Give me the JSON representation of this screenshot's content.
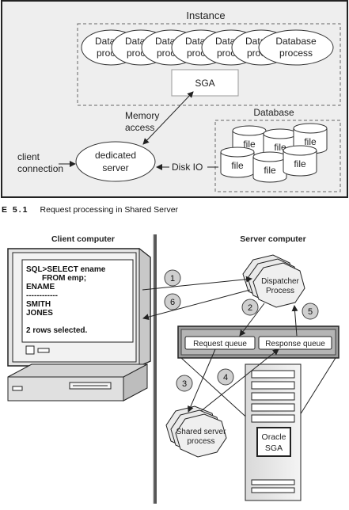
{
  "top_diagram": {
    "instance_label": "Instance",
    "process_labels": [
      "Data",
      "Data",
      "Data",
      "Data",
      "Data",
      "Data"
    ],
    "process_labels_line2": [
      "proc",
      "proc",
      "proc",
      "proc",
      "proc",
      "proc"
    ],
    "database_process_label": [
      "Database",
      "process"
    ],
    "sga_label": "SGA",
    "memory_access_label": [
      "Memory",
      "access"
    ],
    "database_label": "Database",
    "file_label": "file",
    "client_connection_label": [
      "client",
      "connection"
    ],
    "dedicated_server_label": [
      "dedicated",
      "server"
    ],
    "disk_io_label": "Disk IO"
  },
  "caption": {
    "figure_number": "E 5.1",
    "text": "Request processing in Shared Server"
  },
  "bottom_diagram": {
    "client_computer_label": "Client computer",
    "server_computer_label": "Server computer",
    "screen_lines": [
      "SQL>SELECT ename",
      "FROM emp;",
      "ENAME",
      "------------",
      "SMITH",
      "JONES",
      "",
      "2 rows selected."
    ],
    "dispatcher_label": [
      "Dispatcher",
      "Process"
    ],
    "request_queue_label": "Request queue",
    "response_queue_label": "Response queue",
    "shared_server_label": [
      "Shared server",
      "process"
    ],
    "oracle_sga_label": [
      "Oracle",
      "SGA"
    ],
    "steps": [
      "1",
      "2",
      "3",
      "4",
      "5",
      "6"
    ]
  }
}
